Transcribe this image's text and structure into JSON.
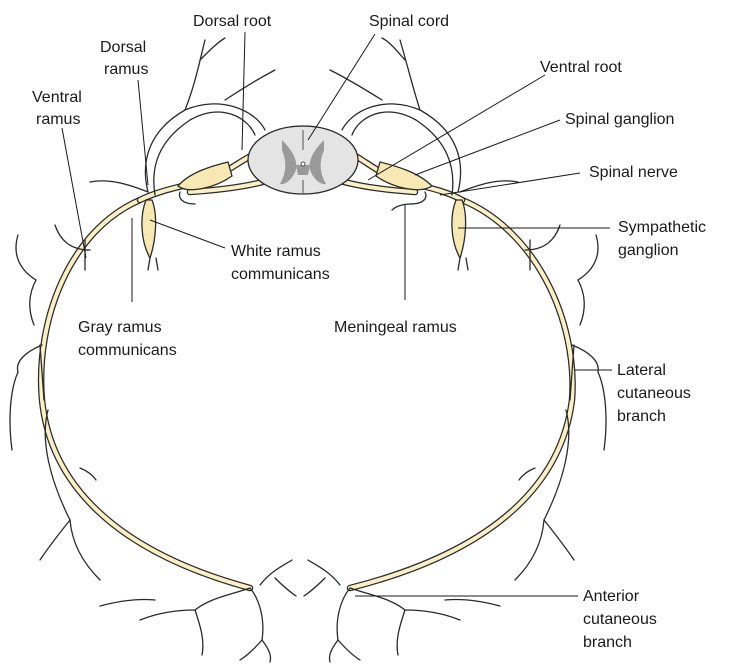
{
  "labels": {
    "dorsal_root": "Dorsal root",
    "spinal_cord": "Spinal cord",
    "dorsal_ramus_1": "Dorsal",
    "dorsal_ramus_2": "ramus",
    "ventral_root": "Ventral root",
    "ventral_ramus_1": "Ventral",
    "ventral_ramus_2": "ramus",
    "spinal_ganglion": "Spinal ganglion",
    "spinal_nerve": "Spinal nerve",
    "sympathetic_ganglion_1": "Sympathetic",
    "sympathetic_ganglion_2": "ganglion",
    "white_ramus_1": "White ramus",
    "white_ramus_2": "communicans",
    "gray_ramus_1": "Gray ramus",
    "gray_ramus_2": "communicans",
    "meningeal_ramus": "Meningeal ramus",
    "lateral_cutaneous_1": "Lateral",
    "lateral_cutaneous_2": "cutaneous",
    "lateral_cutaneous_3": "branch",
    "anterior_cutaneous_1": "Anterior",
    "anterior_cutaneous_2": "cutaneous",
    "anterior_cutaneous_3": "branch"
  },
  "colors": {
    "nerve_fill": "#fbefc6",
    "ganglion_fill": "#f8e8b4",
    "outline": "#2a2a2a",
    "spinal_cord_white_matter": "#e4e4e4",
    "spinal_cord_gray_matter": "#9a9a9a"
  }
}
